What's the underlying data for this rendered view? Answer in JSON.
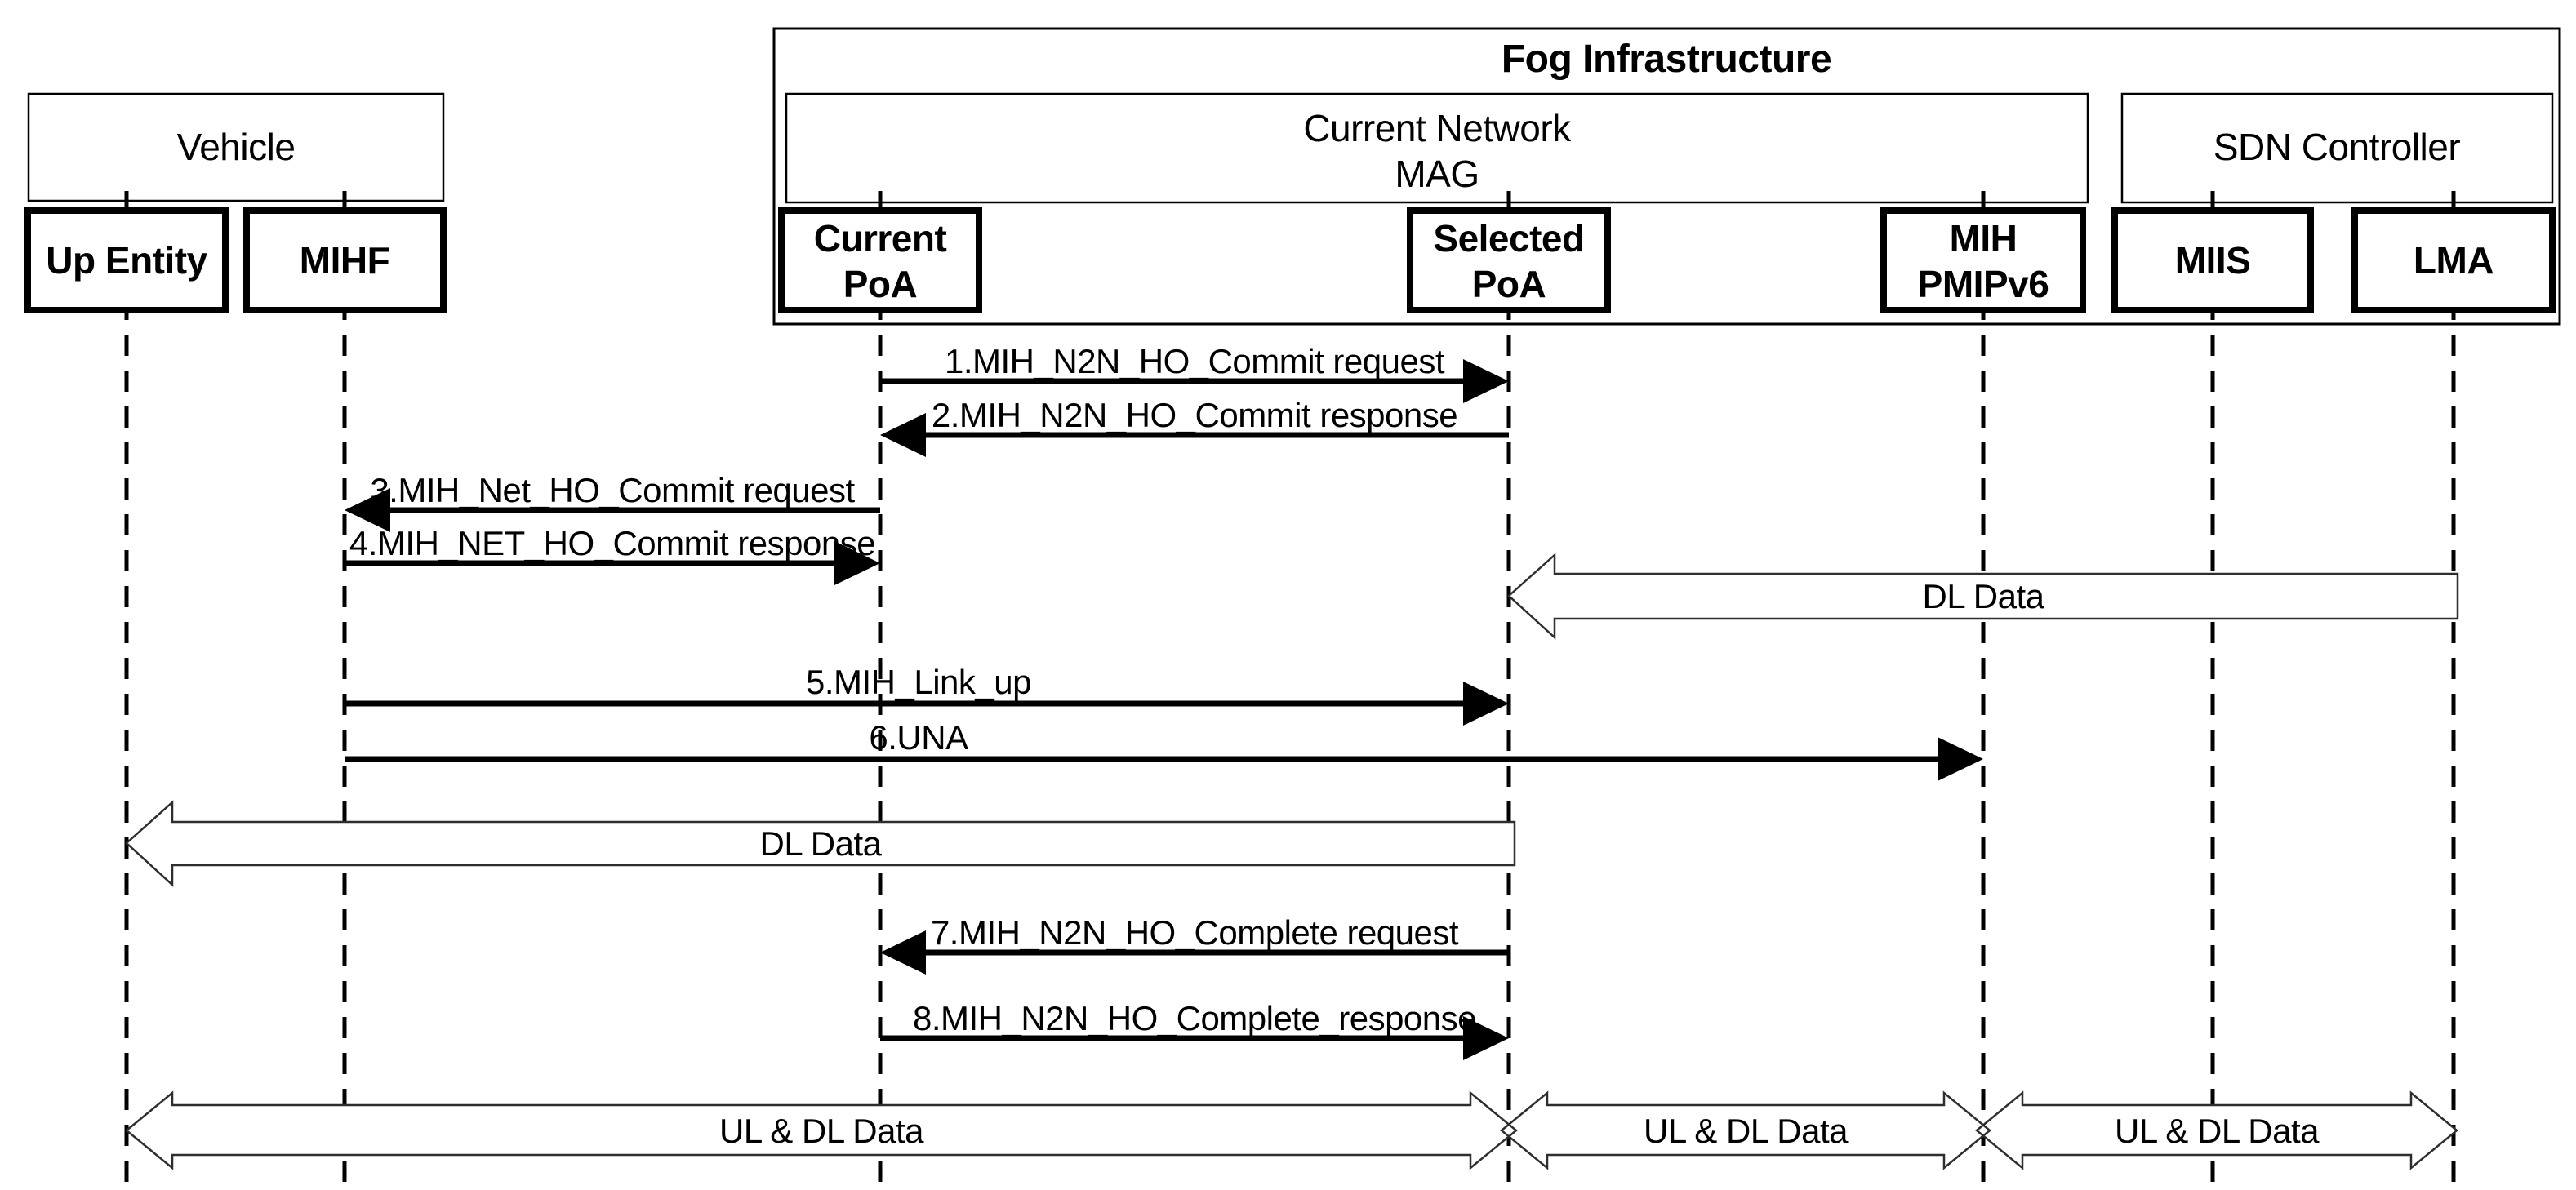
{
  "diagram": {
    "title": "Fog Infrastructure",
    "headers": {
      "vehicle": "Vehicle",
      "current_network_line1": "Current Network",
      "current_network_line2": "MAG",
      "sdn_controller": "SDN Controller"
    },
    "entities": {
      "up_entity": "Up Entity",
      "mihf": "MIHF",
      "current_poa_line1": "Current",
      "current_poa_line2": "PoA",
      "selected_poa_line1": "Selected",
      "selected_poa_line2": "PoA",
      "mih_pmipv6_line1": "MIH",
      "mih_pmipv6_line2": "PMIPv6",
      "miis": "MIIS",
      "lma": "LMA"
    },
    "messages": {
      "m1": "1.MIH_N2N_HO_Commit request",
      "m2": "2.MIH_N2N_HO_Commit response",
      "m3": "3.MIH_Net_HO_Commit request",
      "m4": "4.MIH_NET_HO_Commit response",
      "m5": "5.MIH_Link_up",
      "m6": "6.UNA",
      "m7": "7.MIH_N2N_HO_Complete request",
      "m8": "8.MIH_N2N_HO_Complete_response"
    },
    "data_flows": {
      "dl_data_right": "DL Data",
      "dl_data_left": "DL Data",
      "uldl_left": "UL & DL Data",
      "uldl_mid": "UL & DL Data",
      "uldl_right": "UL & DL Data"
    },
    "colors": {
      "line": "#000000",
      "hollow_outline": "#2e2e2e",
      "background": "#ffffff"
    }
  }
}
